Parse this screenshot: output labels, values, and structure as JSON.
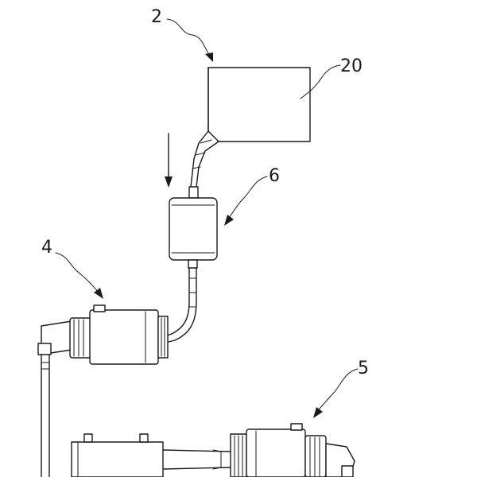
{
  "labels": {
    "label_2": "2",
    "label_20": "20",
    "label_6": "6",
    "label_4": "4",
    "label_5": "5"
  }
}
